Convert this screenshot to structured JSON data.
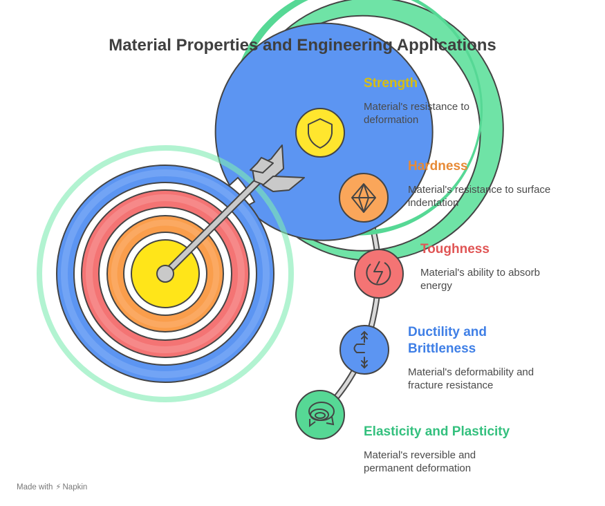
{
  "title": "Material Properties and Engineering Applications",
  "colors": {
    "yellow": "#FFE419",
    "orange": "#F99A45",
    "red": "#F36A6A",
    "blue": "#4F8BEF",
    "green": "#46D08C"
  },
  "items": [
    {
      "title": "Strength",
      "desc": "Material's resistance to deformation",
      "icon": "shield-icon",
      "color": "#D9BE10"
    },
    {
      "title": "Hardness",
      "desc": "Material's resistance to surface indentation",
      "icon": "diamond-icon",
      "color": "#E78A36"
    },
    {
      "title": "Toughness",
      "desc": "Material's ability to absorb energy",
      "icon": "energy-bolt-icon",
      "color": "#E05555"
    },
    {
      "title": "Ductility and Brittleness",
      "desc": "Material's deformability and fracture resistance",
      "icon": "compress-icon",
      "color": "#3F7FE6"
    },
    {
      "title": "Elasticity and Plasticity",
      "desc": "Material's reversible and permanent deformation",
      "icon": "coil-icon",
      "color": "#34C07E"
    }
  ],
  "footer": {
    "made_with": "Made with",
    "brand": "Napkin"
  }
}
